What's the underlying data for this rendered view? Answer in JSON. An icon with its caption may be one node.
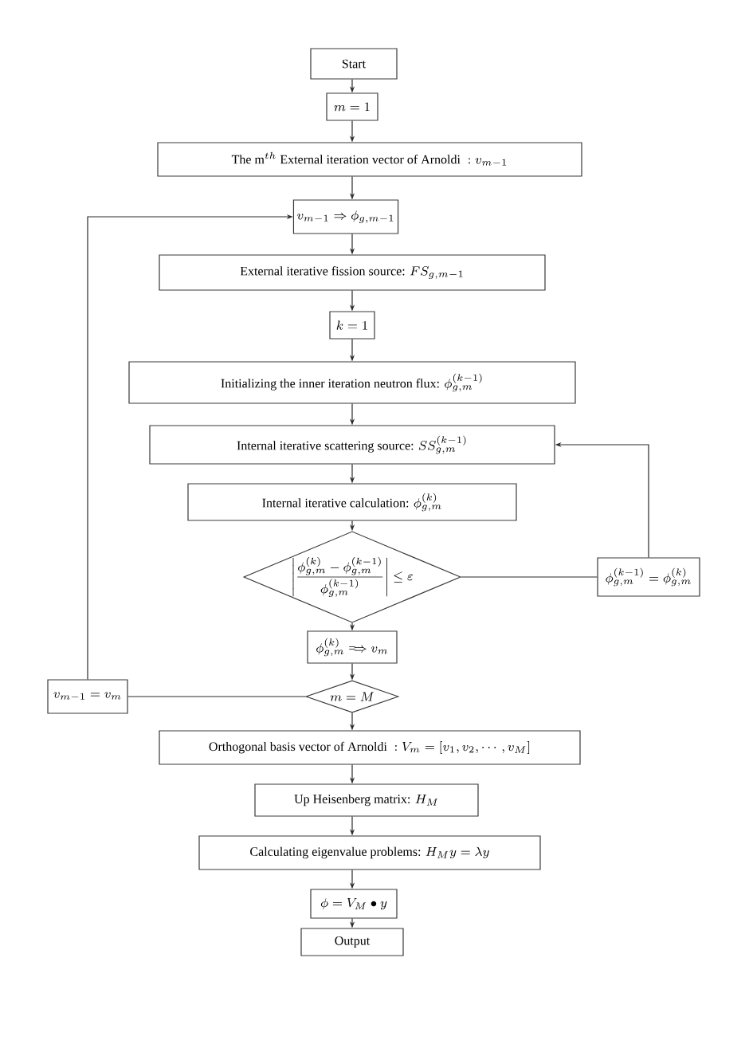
{
  "diagram": {
    "nodes": [
      {
        "text": [
          "Start"
        ]
      },
      {
        "text": [
          "m = 1"
        ]
      },
      {
        "text": [
          "\\text{The m}^{th}\\text{ External iteration vector of Arnoldi }: v_{m-1}"
        ]
      },
      {
        "text": [
          "v_{m-1} \\Rightarrow \\phi_{g,m-1}"
        ]
      },
      {
        "text": [
          "\\text{External iterative fission source: } FS_{g,m-1}"
        ]
      },
      {
        "text": [
          "k = 1"
        ]
      },
      {
        "text": [
          "\\text{Initializing the inner iteration neutron flux: } \\phi_{g,m}^{(k-1)}"
        ]
      },
      {
        "text": [
          "\\text{Internal iterative scattering source: } SS_{g,m}^{(k-1)}"
        ]
      },
      {
        "text": [
          "\\text{Internal iterative calculation: } \\phi_{g,m}^{(k)}"
        ]
      },
      {
        "text": [
          "\\left|\\frac{\\phi_{g,m}^{(k)}-\\phi_{g,m}^{(k-1)}}{\\phi_{g,m}^{(k-1)}}\\right| \\le \\varepsilon"
        ]
      },
      {
        "text": [
          "\\phi_{g,m}^{(k-1)} = \\phi_{g,m}^{(k)}"
        ]
      },
      {
        "text": [
          "\\phi_{g,m}^{(k)} \\Longrightarrow v_m"
        ]
      },
      {
        "text": [
          "m = M"
        ]
      },
      {
        "text": [
          "v_{m-1} = v_m"
        ]
      },
      {
        "text": [
          "\\text{Orthogonal basis vector of Arnoldi }: V_m = [v_1, v_2, \\cdots, v_M]"
        ]
      },
      {
        "text": [
          "\\text{Up Heisenberg matrix: } H_M"
        ]
      },
      {
        "text": [
          "\\text{Calculating eigenvalue problems: } H_M y = \\lambda y"
        ]
      },
      {
        "text": [
          "\\phi = V_M \\bullet y"
        ]
      },
      {
        "text": [
          "Output"
        ]
      }
    ],
    "edges": [
      {
        "from": 0,
        "to": 1,
        "arrow": "to"
      },
      {
        "from": 1,
        "to": 2,
        "arrow": "to"
      },
      {
        "from": 2,
        "to": 3,
        "arrow": "to"
      },
      {
        "from": 3,
        "to": 4,
        "arrow": "to"
      },
      {
        "from": 4,
        "to": 5,
        "arrow": "to"
      },
      {
        "from": 5,
        "to": 6,
        "arrow": "to"
      },
      {
        "from": 6,
        "to": 7,
        "arrow": "to"
      },
      {
        "from": 7,
        "to": 8,
        "arrow": "to"
      },
      {
        "from": 8,
        "to": 9,
        "arrow": "to"
      },
      {
        "from": 9,
        "to": 10,
        "arrow": "none"
      },
      {
        "from": 10,
        "to": 7,
        "arrow": "to"
      },
      {
        "from": 9,
        "to": 11,
        "arrow": "to"
      },
      {
        "from": 11,
        "to": 12,
        "arrow": "to"
      },
      {
        "from": 12,
        "to": 13,
        "arrow": "none"
      },
      {
        "from": 13,
        "to": 3,
        "arrow": "to"
      },
      {
        "from": 12,
        "to": 14,
        "arrow": "to"
      },
      {
        "from": 14,
        "to": 15,
        "arrow": "to"
      },
      {
        "from": 15,
        "to": 16,
        "arrow": "to"
      },
      {
        "from": 16,
        "to": 17,
        "arrow": "to"
      },
      {
        "from": 17,
        "to": 18,
        "arrow": "to"
      }
    ]
  }
}
